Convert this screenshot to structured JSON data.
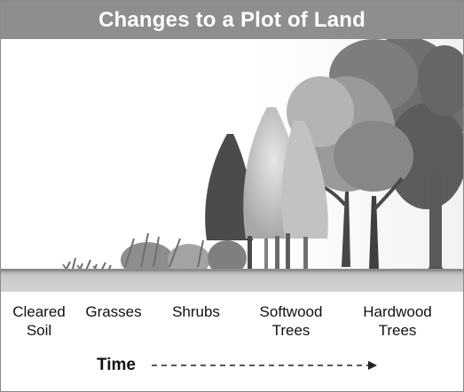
{
  "title": "Changes to a Plot of Land",
  "stages": [
    {
      "label": "Cleared\nSoil"
    },
    {
      "label": "Grasses"
    },
    {
      "label": "Shrubs"
    },
    {
      "label": "Softwood\nTrees"
    },
    {
      "label": "Hardwood\nTrees"
    }
  ],
  "time_axis": {
    "label": "Time"
  },
  "colors": {
    "title_bar": "#8e8e8e",
    "ground": "#a9a9a9",
    "foliage_dark": "#4a4a4a",
    "foliage_light": "#c8c8c8"
  }
}
